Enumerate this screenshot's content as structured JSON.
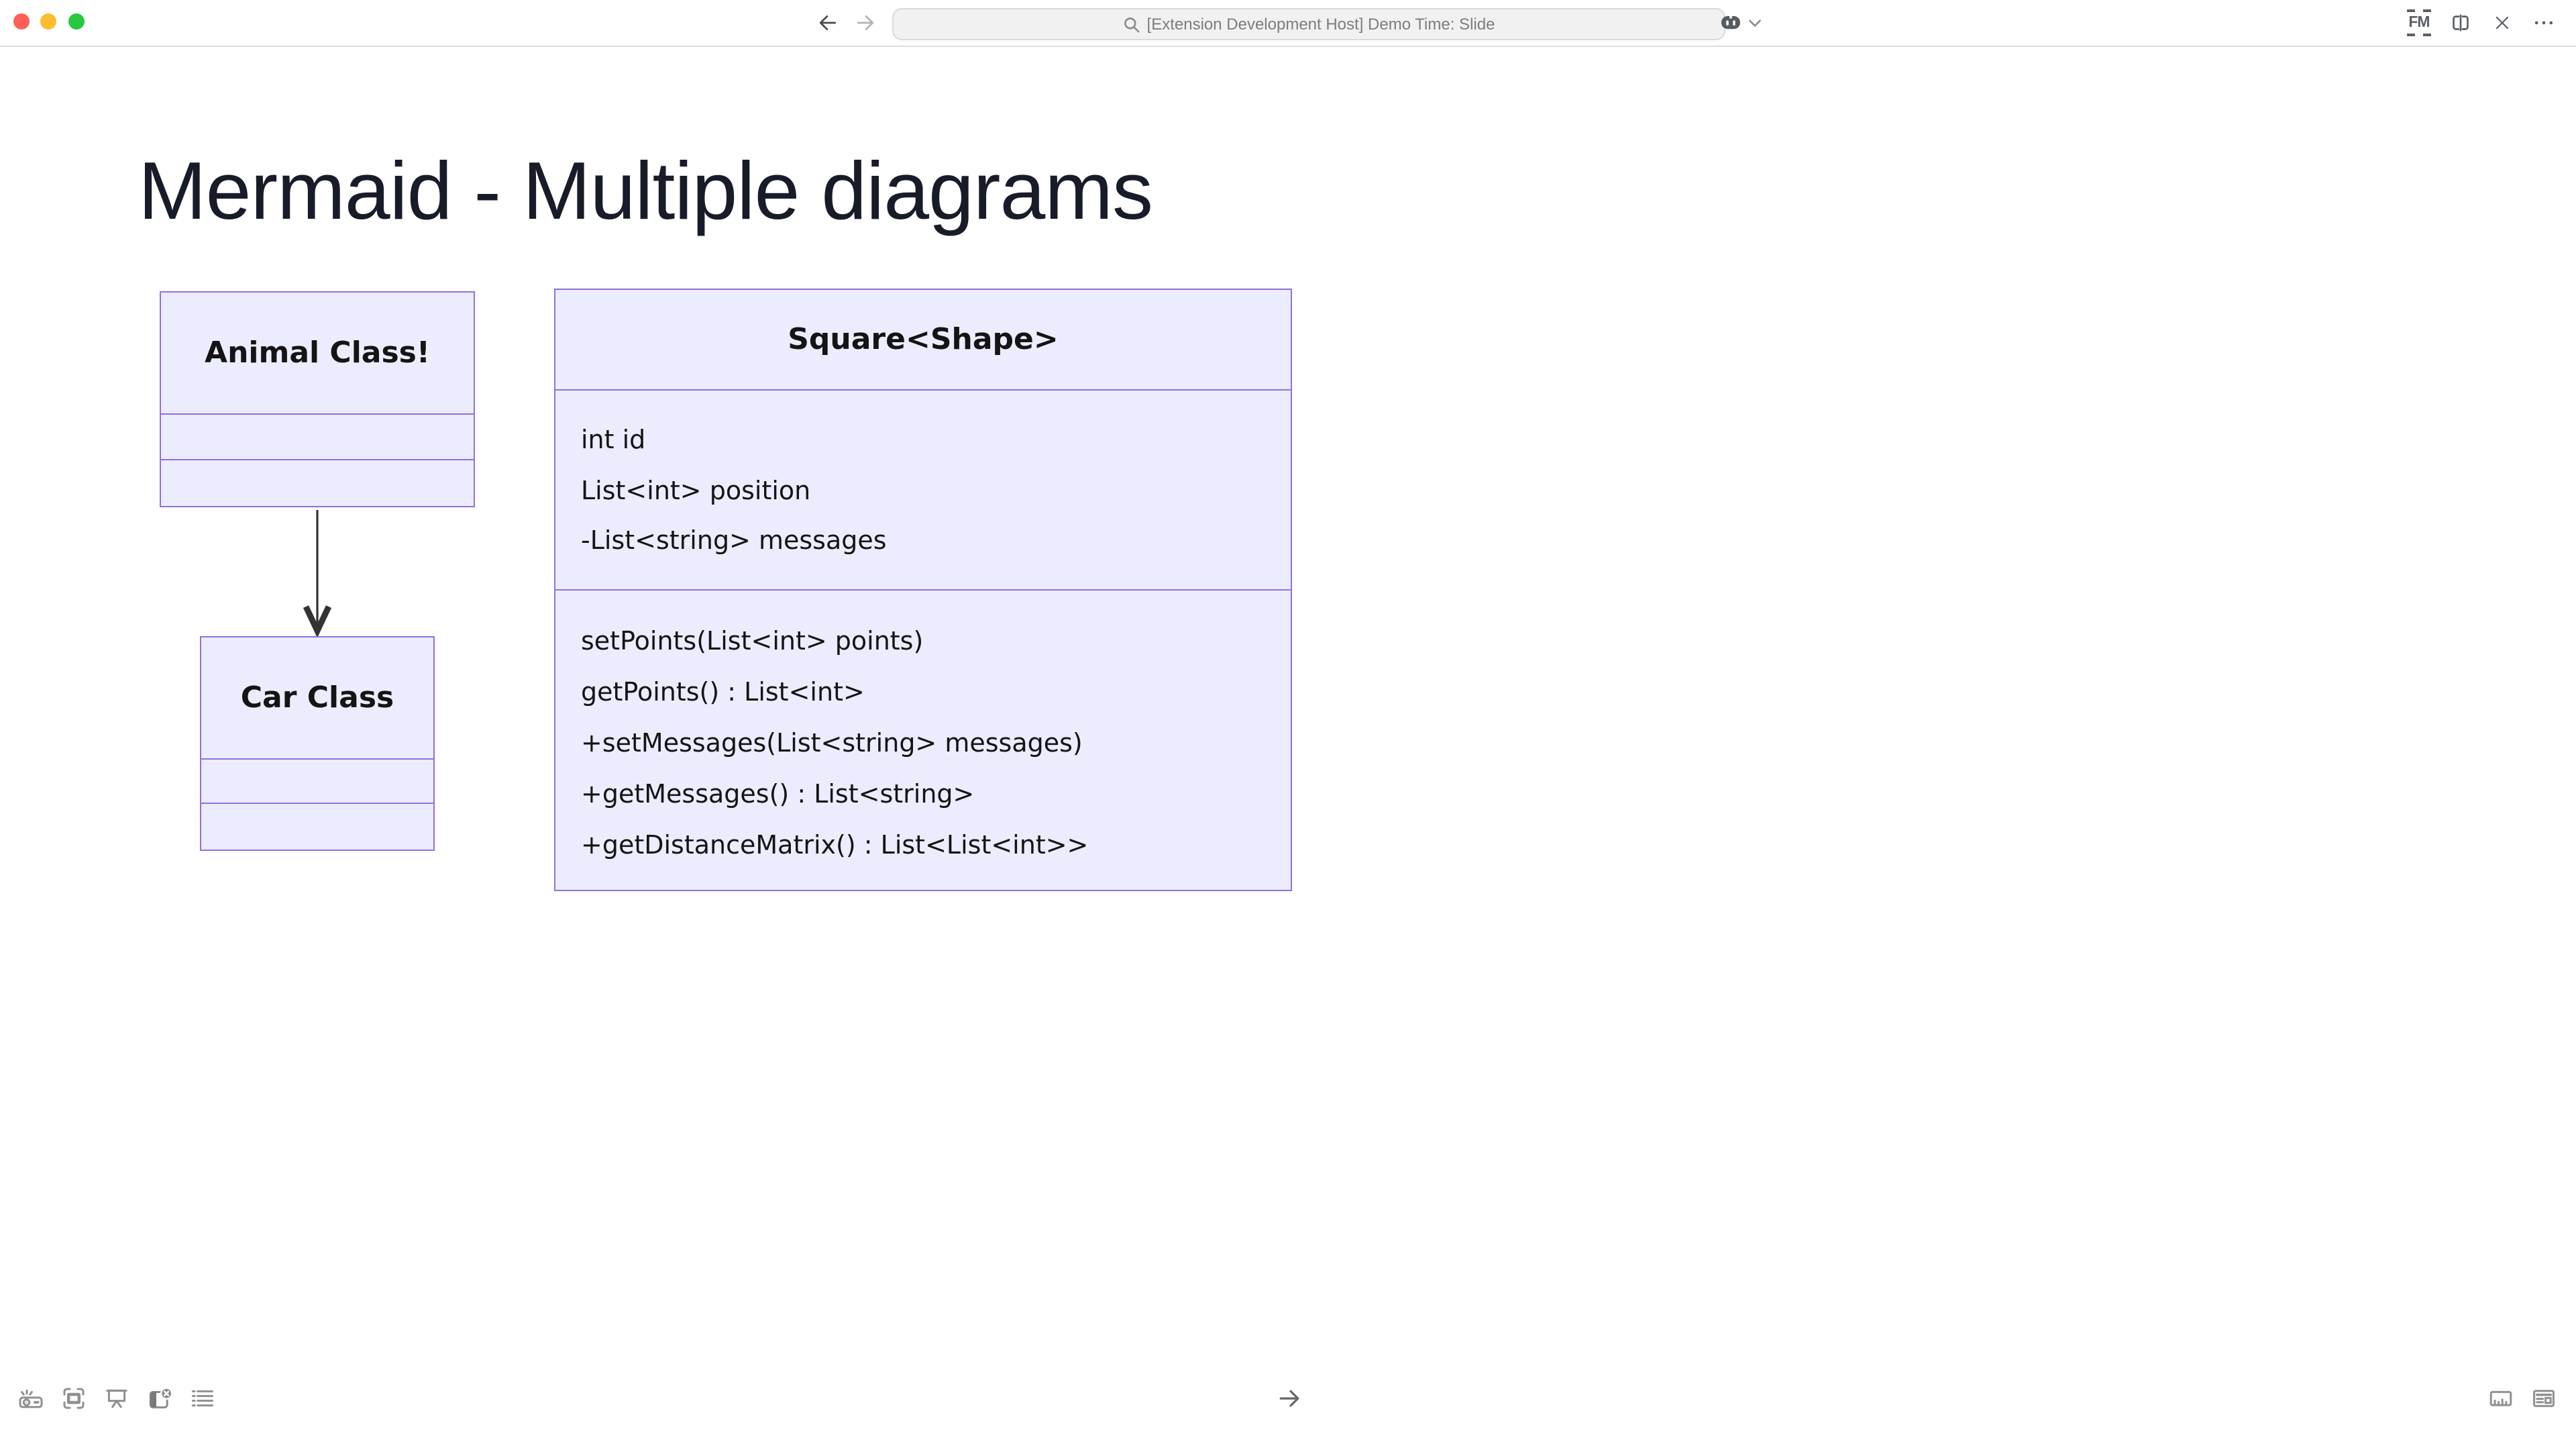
{
  "titlebar": {
    "traffic_lights": [
      "close",
      "minimize",
      "zoom"
    ],
    "back_icon": "arrow-left",
    "forward_icon": "arrow-right",
    "search": {
      "icon": "magnifier",
      "value": "[Extension Development Host] Demo Time: Slide"
    },
    "copilot": {
      "icon": "copilot",
      "chevron": "chevron-down"
    },
    "frontmatter_label": "FM",
    "right_icons": [
      "frontmatter",
      "split-editor",
      "close",
      "more-actions"
    ]
  },
  "slide": {
    "title": "Mermaid - Multiple diagrams",
    "diagram1": {
      "type": "classDiagram",
      "animal": {
        "name": "Animal Class!",
        "attributes": [],
        "methods": []
      },
      "car": {
        "name": "Car Class",
        "attributes": [],
        "methods": []
      },
      "edge": {
        "from": "Animal Class!",
        "to": "Car Class",
        "kind": "arrow-down"
      }
    },
    "diagram2": {
      "type": "classDiagram",
      "square": {
        "name": "Square<Shape>",
        "attributes": [
          "int id",
          "List<int> position",
          "-List<string> messages"
        ],
        "methods": [
          "setPoints(List<int> points)",
          "getPoints() : List<int>",
          "+setMessages(List<string> messages)",
          "+getMessages() : List<string>",
          "+getDistanceMatrix() : List<List<int>>"
        ]
      }
    }
  },
  "toolbar": {
    "left_icons": [
      "projector",
      "fullscreen-frame",
      "presentation-screen",
      "close-sidebar",
      "list"
    ],
    "next_icon": "arrow-right",
    "right_icons": [
      "ruler",
      "preview-layout"
    ]
  },
  "colors": {
    "class_box_fill": "#ECECFF",
    "class_box_border": "#9370DB",
    "arrow": "#333333",
    "heading_text": "#181c29",
    "traffic_red": "#ff5f57",
    "traffic_yellow": "#febc2e",
    "traffic_green": "#28c840",
    "toolbar_icon": "#909090"
  }
}
